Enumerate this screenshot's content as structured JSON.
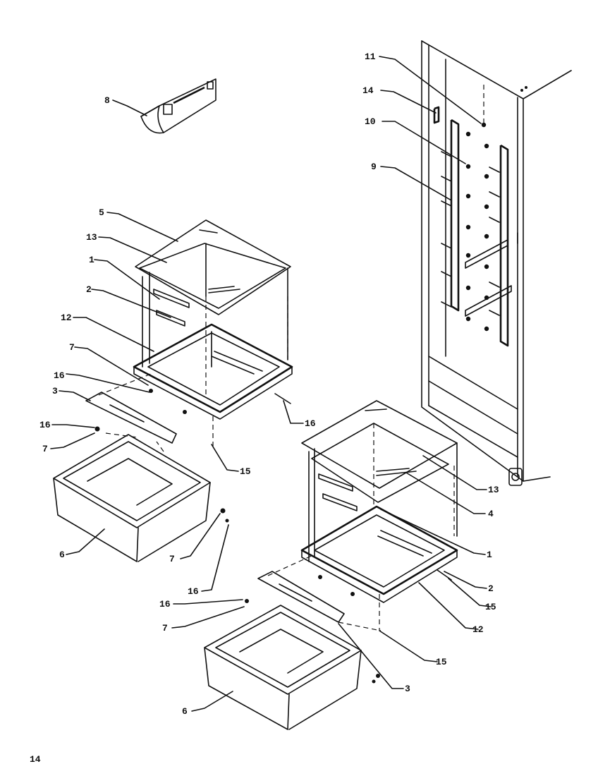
{
  "page_number": "14",
  "callouts": {
    "c8": "8",
    "c11": "11",
    "c14": "14",
    "c10": "10",
    "c9": "9",
    "c5": "5",
    "c13a": "13",
    "c1a": "1",
    "c2a": "2",
    "c12a": "12",
    "c7a": "7",
    "c16a": "16",
    "c3a": "3",
    "c16b": "16",
    "c7b": "7",
    "c15a": "15",
    "c16c": "16",
    "c6a": "6",
    "c7c": "7",
    "c16d": "16",
    "c13b": "13",
    "c4": "4",
    "c1b": "1",
    "c2b": "2",
    "c15b": "15",
    "c12b": "12",
    "c16e": "16",
    "c7d": "7",
    "c15c": "15",
    "c3b": "3",
    "c6b": "6"
  }
}
